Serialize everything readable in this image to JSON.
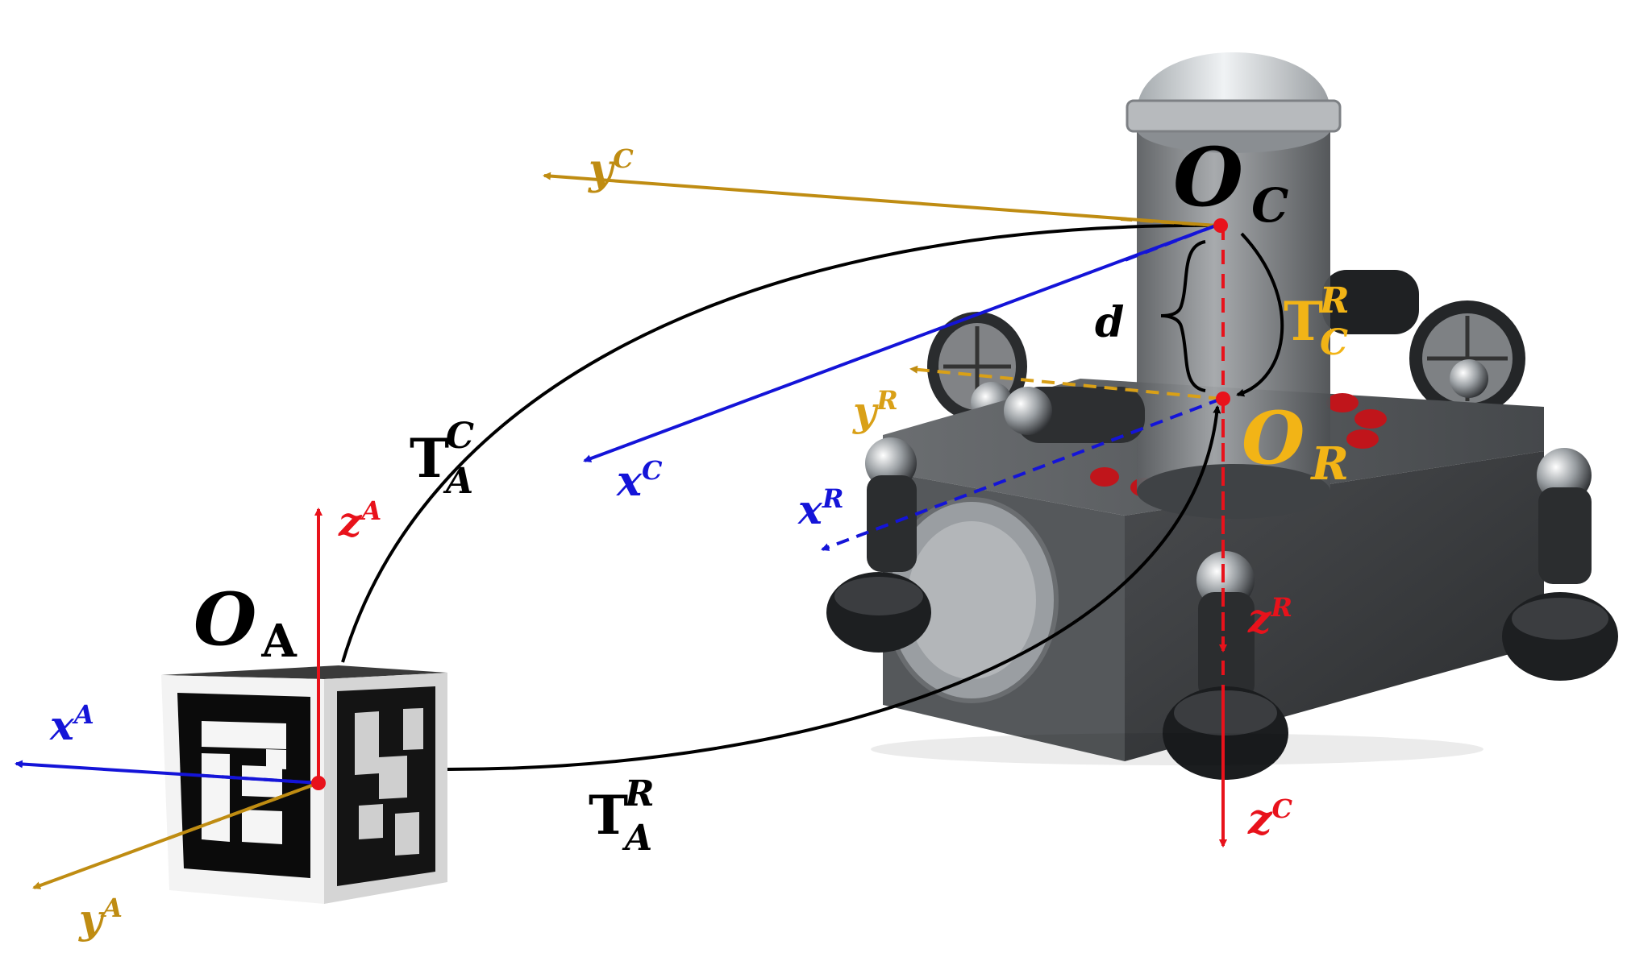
{
  "colors": {
    "red": "#e8121b",
    "blue": "#1414d8",
    "gold": "#bf8c12",
    "gold_bright": "#f2b416",
    "black": "#000000"
  },
  "labels": {
    "o_c": {
      "main": "O",
      "sub": "C"
    },
    "o_r": {
      "main": "O",
      "sub": "R"
    },
    "o_a": {
      "main": "O",
      "sub": "A"
    },
    "d": "d",
    "t_ca": {
      "T": "T",
      "sup": "C",
      "sub": "A"
    },
    "t_ra": {
      "T": "T",
      "sup": "R",
      "sub": "A"
    },
    "t_rc": {
      "T": "T",
      "sup": "R",
      "sub": "C"
    },
    "axes": {
      "xC": {
        "b": "x",
        "s": "C"
      },
      "yC": {
        "b": "y",
        "s": "C"
      },
      "zC": {
        "b": "z",
        "s": "C"
      },
      "xR": {
        "b": "x",
        "s": "R"
      },
      "yR": {
        "b": "y",
        "s": "R"
      },
      "zR": {
        "b": "z",
        "s": "R"
      },
      "xA": {
        "b": "x",
        "s": "A"
      },
      "yA": {
        "b": "y",
        "s": "A"
      },
      "zA": {
        "b": "z",
        "s": "A"
      }
    }
  },
  "icons": {
    "robot": "underwater-rov-illustration",
    "marker": "aruco-marker-cube"
  }
}
